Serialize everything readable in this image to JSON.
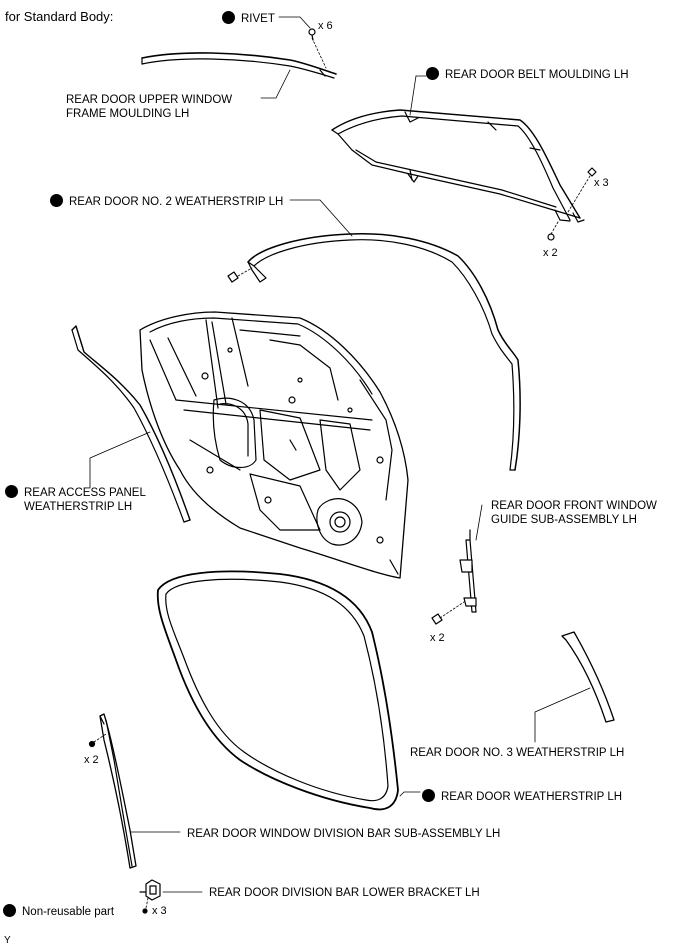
{
  "header": "for Standard Body:",
  "labels": {
    "rivet": "RIVET",
    "upper_frame_line1": "REAR DOOR UPPER WINDOW",
    "upper_frame_line2": "FRAME MOULDING LH",
    "belt_moulding": "REAR DOOR BELT MOULDING LH",
    "no2_weatherstrip": "REAR DOOR NO. 2 WEATHERSTRIP LH",
    "access_panel_line1": "REAR ACCESS PANEL",
    "access_panel_line2": "WEATHERSTRIP LH",
    "front_guide_line1": "REAR DOOR FRONT WINDOW",
    "front_guide_line2": "GUIDE SUB-ASSEMBLY LH",
    "no3_weatherstrip": "REAR DOOR NO. 3 WEATHERSTRIP LH",
    "door_weatherstrip": "REAR DOOR WEATHERSTRIP LH",
    "division_bar": "REAR DOOR WINDOW DIVISION BAR SUB-ASSEMBLY LH",
    "lower_bracket": "REAR DOOR DIVISION BAR LOWER BRACKET LH"
  },
  "quantities": {
    "rivet_qty": "x 6",
    "belt_qty": "x 3",
    "belt_clip_qty": "x 2",
    "guide_qty": "x 2",
    "division_qty": "x 2",
    "bracket_qty": "x 3"
  },
  "legend": {
    "non_reusable": "Non-reusable part"
  },
  "footer_code": "Y",
  "icons": {
    "non_reusable_marker": "filled-circle-icon"
  },
  "colors": {
    "line": "#000000",
    "background": "#ffffff"
  }
}
